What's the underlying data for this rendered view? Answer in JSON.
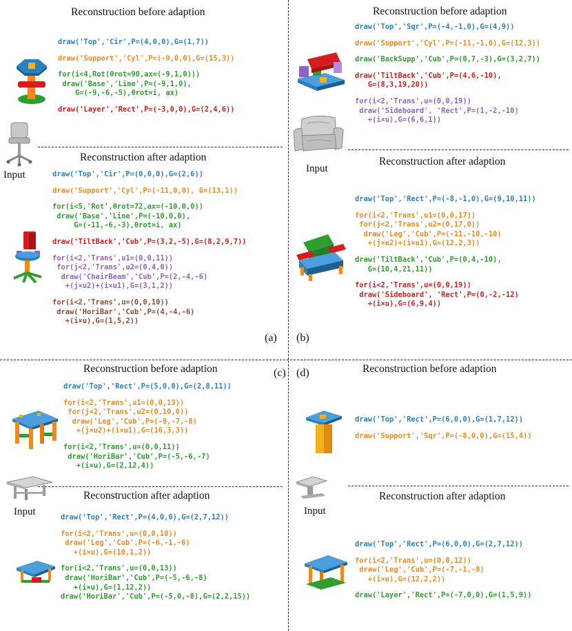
{
  "panels": {
    "a": {
      "label": "(a)",
      "before_title": "Reconstruction before adaption",
      "after_title": "Reconstruction after adaption",
      "input_label": "Input",
      "before_code": [
        {
          "text": "draw('Top','Cir',P=(4,0,0),G=(1,7))",
          "color": "blue"
        },
        {
          "text": "draw('Support','Cyl',P=(-9,0,0),G=(15,3))",
          "color": "orange"
        },
        {
          "text": "for(i<4,Rot(θrot=90,ax=(-9,1,0)))",
          "color": "green"
        },
        {
          "text": " draw('Base','Line',P=(-9,1,0),",
          "color": "green"
        },
        {
          "text": "    G=(-9,-6,-5),θrot×i, ax)",
          "color": "green"
        },
        {
          "text": "draw('Layer','Rect',P=(-3,0,0),G=(2,4,6))",
          "color": "red"
        }
      ],
      "after_code": [
        {
          "text": "draw('Top','Cir',P=(0,0,0),G=(2,6))",
          "color": "blue"
        },
        {
          "text": "draw('Support','Cyl',P=(-11,0,0), G=(13,1))",
          "color": "orange"
        },
        {
          "text": "for(i<5,'Rot',θrot=72,ax=(-10,0,0))",
          "color": "green"
        },
        {
          "text": " draw('Base','Line',P=(-10,0,0),",
          "color": "green"
        },
        {
          "text": "     G=(-11,-6,-3),θrot×i, ax)",
          "color": "green"
        },
        {
          "text": "draw('TiltBack','Cub',P=(3,2,-5),G=(8,2,9,7))",
          "color": "red"
        },
        {
          "text": "for(i<2,'Trans',u1=(0,0,11))",
          "color": "purple"
        },
        {
          "text": " for(j<2,'Trans',u2=(0,4,0))",
          "color": "purple"
        },
        {
          "text": "  draw('ChairBeam','Cub',P=(2,-4,-6)",
          "color": "purple"
        },
        {
          "text": "   +(j×u2)+(i×u1),G=(3,1,2))",
          "color": "purple"
        },
        {
          "text": "for(i<2,'Trans',u=(0,0,10))",
          "color": "brown"
        },
        {
          "text": " draw('HoriBar','Cub',P=(4,-4,-6)",
          "color": "brown"
        },
        {
          "text": "   +(i×u),G=(1,5,2))",
          "color": "brown"
        }
      ]
    },
    "b": {
      "label": "(b)",
      "before_title": "Reconstruction before adaption",
      "after_title": "Reconstruction after adaption",
      "input_label": "Input",
      "before_code": [
        {
          "text": "draw('Top','Sqr',P=(-4,-1,0),G=(4,9))",
          "color": "blue"
        },
        {
          "text": "draw('Support','Cyl',P=(-11,-1,0),G=(12,3))",
          "color": "orange"
        },
        {
          "text": "draw('BackSupp','Cub',P=(0,7,-3),G=(3,2,7))",
          "color": "green"
        },
        {
          "text": "draw('TiltBack','Cub',P=(4,6,-10),",
          "color": "red"
        },
        {
          "text": "   G=(8,3,19,20))",
          "color": "red"
        },
        {
          "text": "for(i<2,'Trans',u=(0,0,19))",
          "color": "purple"
        },
        {
          "text": " draw('Sideboard', 'Rect',P=(1,-2,-10)",
          "color": "purple"
        },
        {
          "text": "   +(i×u),G=(6,6,1))",
          "color": "purple"
        }
      ],
      "after_code": [
        {
          "text": "draw('Top','Rect',P=(-8,-1,0),G=(9,10,11))",
          "color": "blue"
        },
        {
          "text": "for(i<2,'Trans',u1=(0,0,17))",
          "color": "orange"
        },
        {
          "text": " for(j<2,'Trans',u2=(0,17,0))",
          "color": "orange"
        },
        {
          "text": "  draw('Leg','Cub',P=(-11,-10,-10)",
          "color": "orange"
        },
        {
          "text": "   +(j×u2)+(i×u1),G=(12,2,3))",
          "color": "orange"
        },
        {
          "text": "draw('TiltBack','Cub',P=(0,4,-10),",
          "color": "green"
        },
        {
          "text": "   G=(10,4,21,11))",
          "color": "green"
        },
        {
          "text": "for(i<2,'Trans',u=(0,0,19))",
          "color": "red"
        },
        {
          "text": " draw('Sideboard', 'Rect',P=(0,-2,-12)",
          "color": "red"
        },
        {
          "text": "   +(i×u),G=(6,9,4))",
          "color": "red"
        }
      ]
    },
    "c": {
      "label": "(c)",
      "before_title": "Reconstruction before adaption",
      "after_title": "Reconstruction after adaption",
      "input_label": "Input",
      "before_code": [
        {
          "text": "draw('Top','Rect',P=(5,0,0),G=(2,8,11))",
          "color": "blue"
        },
        {
          "text": "for(i<2,'Trans',u1=(0,0,13))",
          "color": "orange"
        },
        {
          "text": " for(j<2,'Trans',u2=(0,10,0))",
          "color": "orange"
        },
        {
          "text": "  draw('Leg','Cub',P=(-8,-7,-8)",
          "color": "orange"
        },
        {
          "text": "   +(j×u2)+(i×u1),G=(16,3,3))",
          "color": "orange"
        },
        {
          "text": "for(i<2,'Trans',u=(0,0,11))",
          "color": "green"
        },
        {
          "text": " draw('HoriBar','Cub',P=(-5,-6,-7)",
          "color": "green"
        },
        {
          "text": "   +(i×u),G=(2,12,4))",
          "color": "green"
        }
      ],
      "after_code": [
        {
          "text": "draw('Top','Rect',P=(4,0,0),G=(2,7,12))",
          "color": "blue"
        },
        {
          "text": "for(i<2,'Trans',u=(0,0,10))",
          "color": "orange"
        },
        {
          "text": " draw('Leg','Cub',P=(-6,-1,-6)",
          "color": "orange"
        },
        {
          "text": "   +(i×u),G=(10,1,2))",
          "color": "orange"
        },
        {
          "text": "for(i<2,'Trans',u=(0,0,13))",
          "color": "green"
        },
        {
          "text": " draw('HoriBar','Cub',P=(-5,-6,-8)",
          "color": "green"
        },
        {
          "text": "   +(i×u),G=(1,12,2))",
          "color": "green"
        },
        {
          "text": "draw('HoriBar','Cub',P=(-5,0,-8),G=(2,2,15))",
          "color": "green"
        }
      ]
    },
    "d": {
      "label": "(d)",
      "before_title": "Reconstruction before adaption",
      "after_title": "Reconstruction after adaption",
      "input_label": "Input",
      "before_code": [
        {
          "text": "draw('Top','Rect',P=(6,0,0),G=(1,7,12))",
          "color": "blue"
        },
        {
          "text": "draw('Support','Sqr',P=(-8,0,0),G=(15,4))",
          "color": "orange"
        }
      ],
      "after_code": [
        {
          "text": "draw('Top','Rect',P=(6,0,0),G=(2,7,12))",
          "color": "blue"
        },
        {
          "text": "for(i<2,'Trans',u=(0,0,12))",
          "color": "orange"
        },
        {
          "text": " draw('Leg','Cub',P=(-7,-1,-8)",
          "color": "orange"
        },
        {
          "text": "   +(i×u),G=(12,2,2))",
          "color": "orange"
        },
        {
          "text": "draw('Layer','Rect',P=(-7,0,0),G=(1,5,9))",
          "color": "green"
        }
      ]
    }
  },
  "colors": {
    "blue": "#2a7fbf",
    "orange": "#f2891e",
    "green": "#2f9e2f",
    "red": "#d51d1d",
    "purple": "#9262c1",
    "brown": "#8c4a32"
  }
}
